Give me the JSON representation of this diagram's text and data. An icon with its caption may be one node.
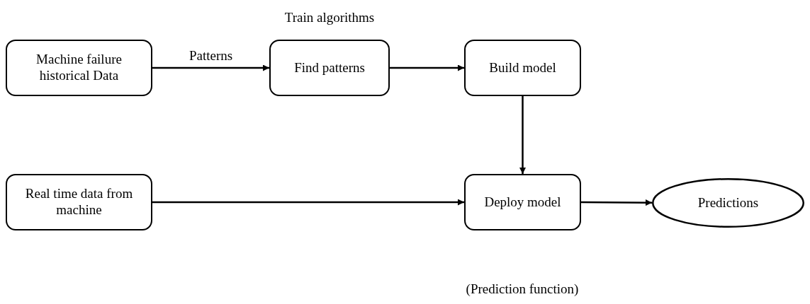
{
  "diagram": {
    "nodes": [
      {
        "text": [
          "Machine failure historical Data"
        ]
      },
      {
        "text": [
          "Find patterns"
        ],
        "beside": [
          "Train algorithms"
        ]
      },
      {
        "text": [
          "Build model"
        ]
      },
      {
        "text": [
          "Real time data from machine"
        ]
      },
      {
        "text": [
          "Deploy model"
        ],
        "beside": [
          "(Prediction function)"
        ]
      },
      {
        "text": [
          "Predictions"
        ]
      }
    ],
    "edges": [
      {
        "from": 0,
        "to": 1,
        "arrow": "to",
        "label": "Patterns"
      },
      {
        "from": 1,
        "to": 2,
        "arrow": "to"
      },
      {
        "from": 2,
        "to": 4,
        "arrow": "to"
      },
      {
        "from": 3,
        "to": 4,
        "arrow": "to"
      },
      {
        "from": 4,
        "to": 5,
        "arrow": "to"
      }
    ]
  }
}
